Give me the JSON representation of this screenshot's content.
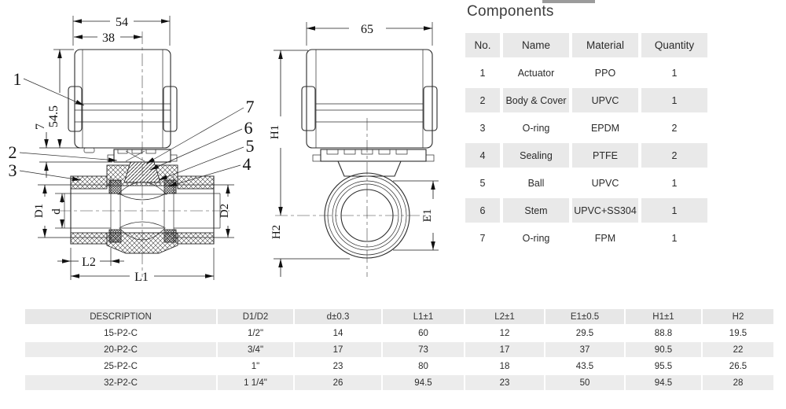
{
  "page": {
    "title": "Components"
  },
  "components_table": {
    "headers": [
      "No.",
      "Name",
      "Material",
      "Quantity"
    ],
    "rows": [
      [
        "1",
        "Actuator",
        "PPO",
        "1"
      ],
      [
        "2",
        "Body & Cover",
        "UPVC",
        "1"
      ],
      [
        "3",
        "O-ring",
        "EPDM",
        "2"
      ],
      [
        "4",
        "Sealing",
        "PTFE",
        "2"
      ],
      [
        "5",
        "Ball",
        "UPVC",
        "1"
      ],
      [
        "6",
        "Stem",
        "UPVC+SS304",
        "1"
      ],
      [
        "7",
        "O-ring",
        "FPM",
        "1"
      ]
    ]
  },
  "spec_table": {
    "headers": [
      "DESCRIPTION",
      "D1/D2",
      "d±0.3",
      "L1±1",
      "L2±1",
      "E1±0.5",
      "H1±1",
      "H2"
    ],
    "rows": [
      [
        "15-P2-C",
        "1/2\"",
        "14",
        "60",
        "12",
        "29.5",
        "88.8",
        "19.5"
      ],
      [
        "20-P2-C",
        "3/4\"",
        "17",
        "73",
        "17",
        "37",
        "90.5",
        "22"
      ],
      [
        "25-P2-C",
        "1\"",
        "23",
        "80",
        "18",
        "43.5",
        "95.5",
        "26.5"
      ],
      [
        "32-P2-C",
        "1 1/4\"",
        "26",
        "94.5",
        "23",
        "50",
        "94.5",
        "28"
      ]
    ]
  },
  "drawing": {
    "front_view": {
      "dim_actuator_width": "54",
      "dim_center_offset": "38",
      "dim_actuator_height": "54.5",
      "dim_bracket_height": "7",
      "label_d1": "D1",
      "label_d": "d",
      "label_d2": "D2",
      "label_l2": "L2",
      "label_l1": "L1",
      "callouts": [
        "1",
        "2",
        "3",
        "4",
        "5",
        "6",
        "7"
      ]
    },
    "side_view": {
      "dim_actuator_width": "65",
      "label_h1": "H1",
      "label_h2": "H2",
      "label_e1": "E1"
    }
  }
}
